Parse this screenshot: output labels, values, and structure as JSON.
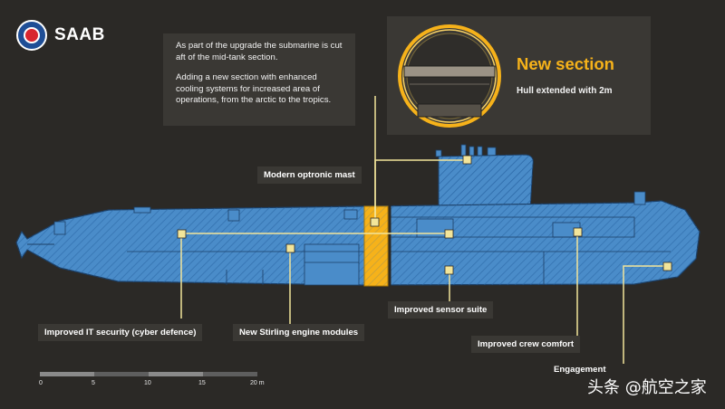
{
  "brand": {
    "name": "SAAB",
    "emblem": "saab-griffin-crown-emblem"
  },
  "intro": {
    "line1": "As part of the upgrade the submarine is cut aft of the mid-tank section.",
    "line2": "Adding a new section with enhanced cooling systems for increased area of operations, from the arctic to the tropics."
  },
  "new_section": {
    "title": "New section",
    "subtitle": "Hull extended with 2m"
  },
  "callouts": {
    "mast": "Modern optronic mast",
    "it_security": "Improved IT security (cyber defence)",
    "stirling": "New Stirling engine modules",
    "sensor": "Improved sensor suite",
    "crew": "Improved crew comfort",
    "engagement": "Engagement"
  },
  "scale": {
    "ticks": [
      "0",
      "5",
      "10",
      "15",
      "20 m"
    ]
  },
  "watermark": "头条 @航空之家",
  "colors": {
    "background": "#2b2926",
    "hull": "#4a8cc9",
    "accent": "#f6b21a",
    "callout": "#f3e59a",
    "panel": "#3a3834"
  }
}
